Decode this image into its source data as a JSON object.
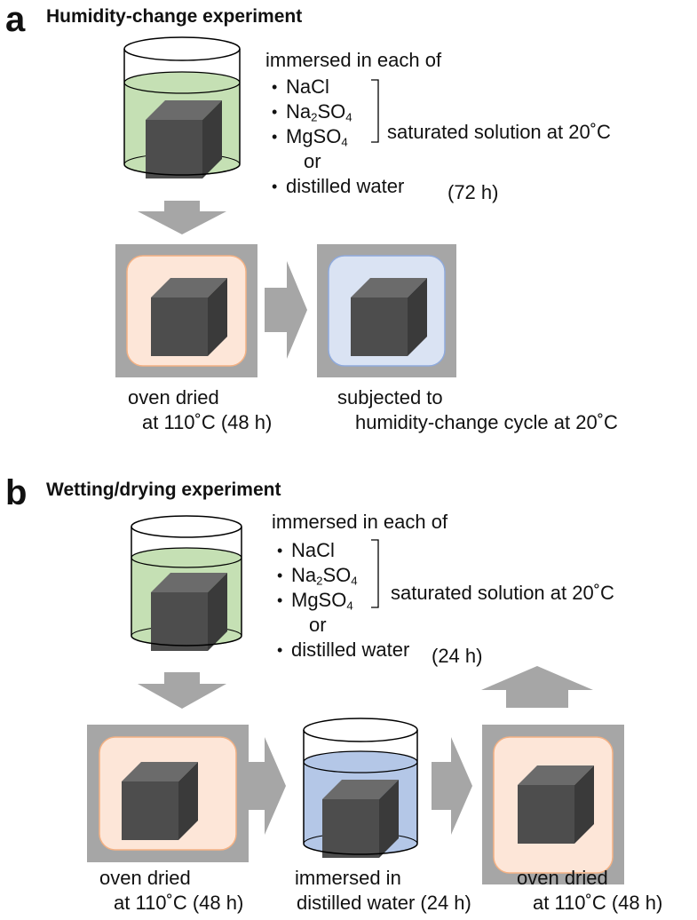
{
  "panel_a": {
    "letter": "a",
    "title": "Humidity-change experiment",
    "immersed_header": "immersed in each of",
    "solutions": [
      {
        "label": "NaCl"
      },
      {
        "label": "Na",
        "sub1": "2",
        "label2": "SO",
        "sub2": "4"
      },
      {
        "label": "MgSO",
        "sub1": "4"
      }
    ],
    "or_text": "or",
    "water": "distilled water",
    "water_duration": "(72 h)",
    "bracket_note": "saturated solution at 20˚C",
    "step1_line1": "oven dried",
    "step1_line2": "at 110˚C (48 h)",
    "step2_line1": "subjected to",
    "step2_line2": "humidity-change cycle at 20˚C"
  },
  "panel_b": {
    "letter": "b",
    "title": "Wetting/drying experiment",
    "immersed_header": "immersed in each of",
    "solutions": [
      {
        "label": "NaCl"
      },
      {
        "label": "Na",
        "sub1": "2",
        "label2": "SO",
        "sub2": "4"
      },
      {
        "label": "MgSO",
        "sub1": "4"
      }
    ],
    "or_text": "or",
    "water": "distilled water",
    "water_duration": "(24 h)",
    "bracket_note": "saturated solution at 20˚C",
    "step1_line1": "oven dried",
    "step1_line2": "at 110˚C (48 h)",
    "step2_line1": "immersed in",
    "step2_line2": "distilled water (24 h)",
    "step3_line1": "oven dried",
    "step3_line2": "at 110˚C (48 h)"
  },
  "colors": {
    "gray_frame": "#a6a6a6",
    "arrow": "#a6a6a6",
    "oven_fill": "#fde6d8",
    "oven_border": "#f4b183",
    "humidity_fill": "#dae3f3",
    "humidity_border": "#8faadc",
    "green_solution": "#c5e0b4",
    "blue_water": "#b4c7e7",
    "cube_front": "#4d4d4d",
    "cube_top": "#6b6b6b",
    "cube_side": "#3a3a3a"
  }
}
